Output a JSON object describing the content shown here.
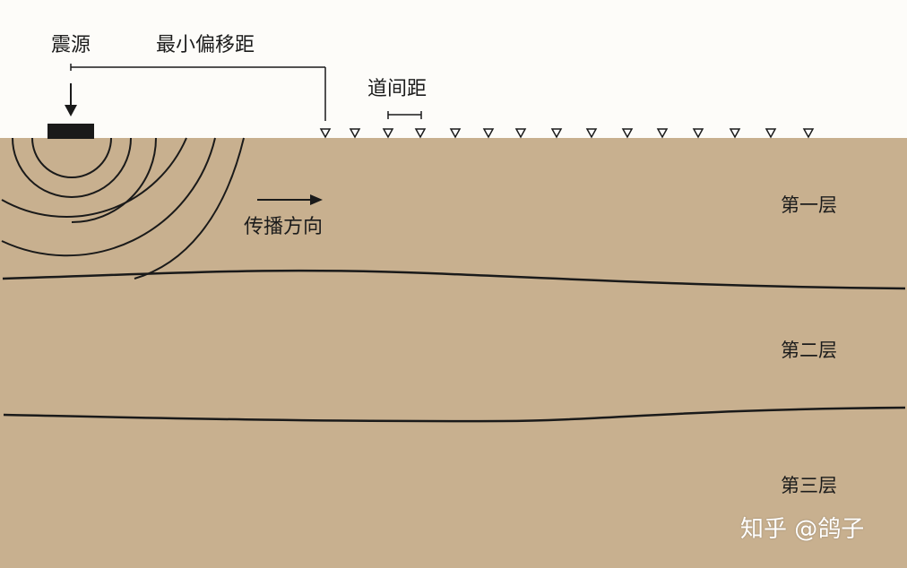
{
  "labels": {
    "source": "震源",
    "min_offset": "最小偏移距",
    "trace_spacing": "道间距",
    "propagation": "传播方向",
    "layer1": "第一层",
    "layer2": "第二层",
    "layer3": "第三层"
  },
  "watermark": "知乎 @鸽子",
  "colors": {
    "ground": "#c8b08f",
    "ground_top": "#fdfcf9",
    "line": "#1a1a1a"
  },
  "receiver_icon": "inverted-triangle-icon",
  "receiver_count": 15
}
